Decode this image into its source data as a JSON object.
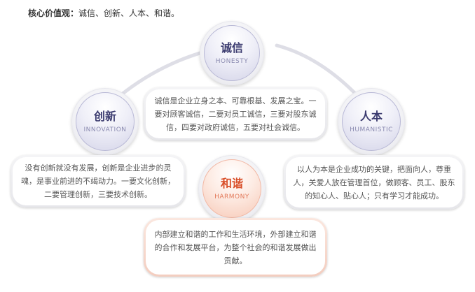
{
  "header": {
    "label": "核心价值观：",
    "values": "诚信、创新、人本、和谐。"
  },
  "values": {
    "honesty": {
      "title": "诚信",
      "en": "HONESTY",
      "text": "诚信是企业立身之本、可靠根基、发展之宝。一要对顾客诚信，二要对员工诚信，三要对股东诚信，四要对政府诚信，五要对社会诚信。"
    },
    "innovation": {
      "title": "创新",
      "en": "INNOVATION",
      "text": "没有创新就没有发展，创新是企业进步的灵魂，是事业前进的不竭动力。一要文化创新，二要管理创新，三要技术创新。"
    },
    "humanistic": {
      "title": "人本",
      "en": "HUMANISTIC",
      "text": "以人为本是企业成功的关键，把面向人，尊重人，关爱人放在管理首位，做顾客、员工、股东的知心人、贴心人；只有学习才能成功。"
    },
    "harmony": {
      "title": "和谐",
      "en": "HARMONY",
      "text": "内部建立和谐的工作和生活环境，外部建立和谐的合作和发展平台，为整个社会的和谐发展做出贡献。"
    }
  },
  "colors": {
    "accent": "#d9502b",
    "title": "#3c3c70",
    "subtitle": "#8a8ab0"
  }
}
